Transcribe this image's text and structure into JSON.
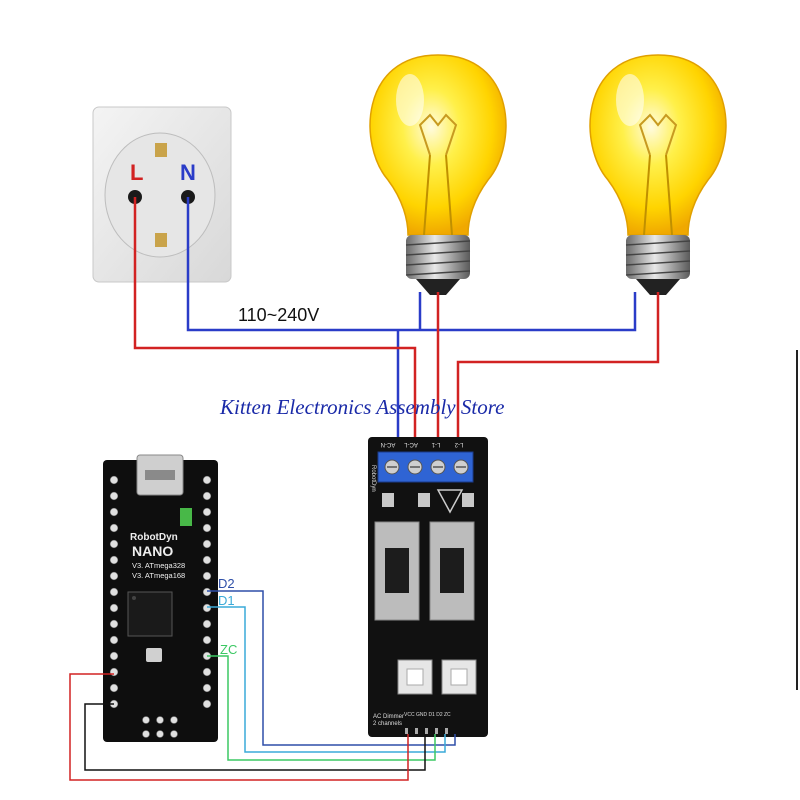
{
  "watermark": "Kitten Electronics Assembly Store",
  "outlet": {
    "live_label": "L",
    "neutral_label": "N"
  },
  "voltage_label": "110~240V",
  "arduino": {
    "brand": "RobotDyn",
    "model": "NANO",
    "chip1": "V3. ATmega328",
    "chip2": "V3. ATmega168"
  },
  "dimmer_module": {
    "brand": "RobotDyn",
    "terminal_labels": [
      "AC-N",
      "AC-L",
      "L-1",
      "L-2"
    ],
    "footer": [
      "AC Dimmer",
      "2 channels"
    ],
    "pin_labels": "VCC GND D1 D2 ZC"
  },
  "signals": {
    "d2": "D2",
    "d1": "D1",
    "zc": "ZC"
  },
  "colors": {
    "live_wire": "#d22222",
    "neutral_wire": "#2a3cc8",
    "d2_wire": "#2e4fa8",
    "d1_wire": "#3aaad8",
    "zc_wire": "#3cc864",
    "watermark": "#1a2aa8",
    "bulb_glass": "#ffd800"
  }
}
